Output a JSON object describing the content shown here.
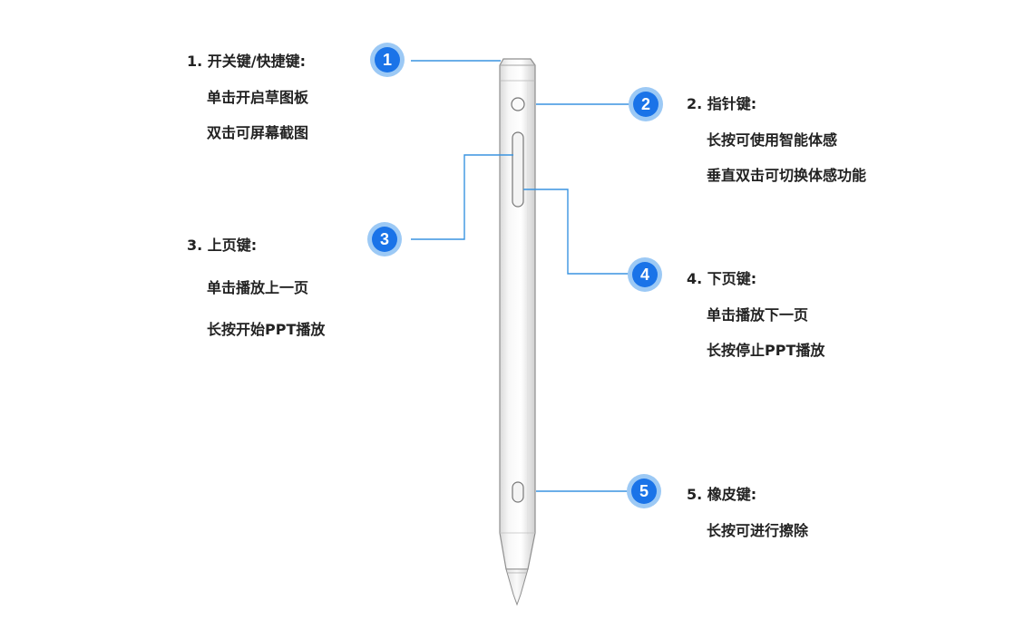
{
  "callouts": [
    {
      "number": "1",
      "title": "1. 开关键/快捷键:",
      "lines": [
        "单击开启草图板",
        "双击可屏幕截图"
      ]
    },
    {
      "number": "2",
      "title": "2. 指针键:",
      "lines": [
        "长按可使用智能体感",
        "垂直双击可切换体感功能"
      ]
    },
    {
      "number": "3",
      "title": "3. 上页键:",
      "lines": [
        "单击播放上一页",
        "长按开始PPT播放"
      ]
    },
    {
      "number": "4",
      "title": "4. 下页键:",
      "lines": [
        "单击播放下一页",
        "长按停止PPT播放"
      ]
    },
    {
      "number": "5",
      "title": "5. 橡皮键:",
      "lines": [
        "长按可进行擦除"
      ]
    }
  ],
  "colors": {
    "badge": "#1a73e8",
    "badge_halo": "#9cc9f5",
    "leader_line": "#3a94e0",
    "pen_outline": "#8f8f8f"
  }
}
